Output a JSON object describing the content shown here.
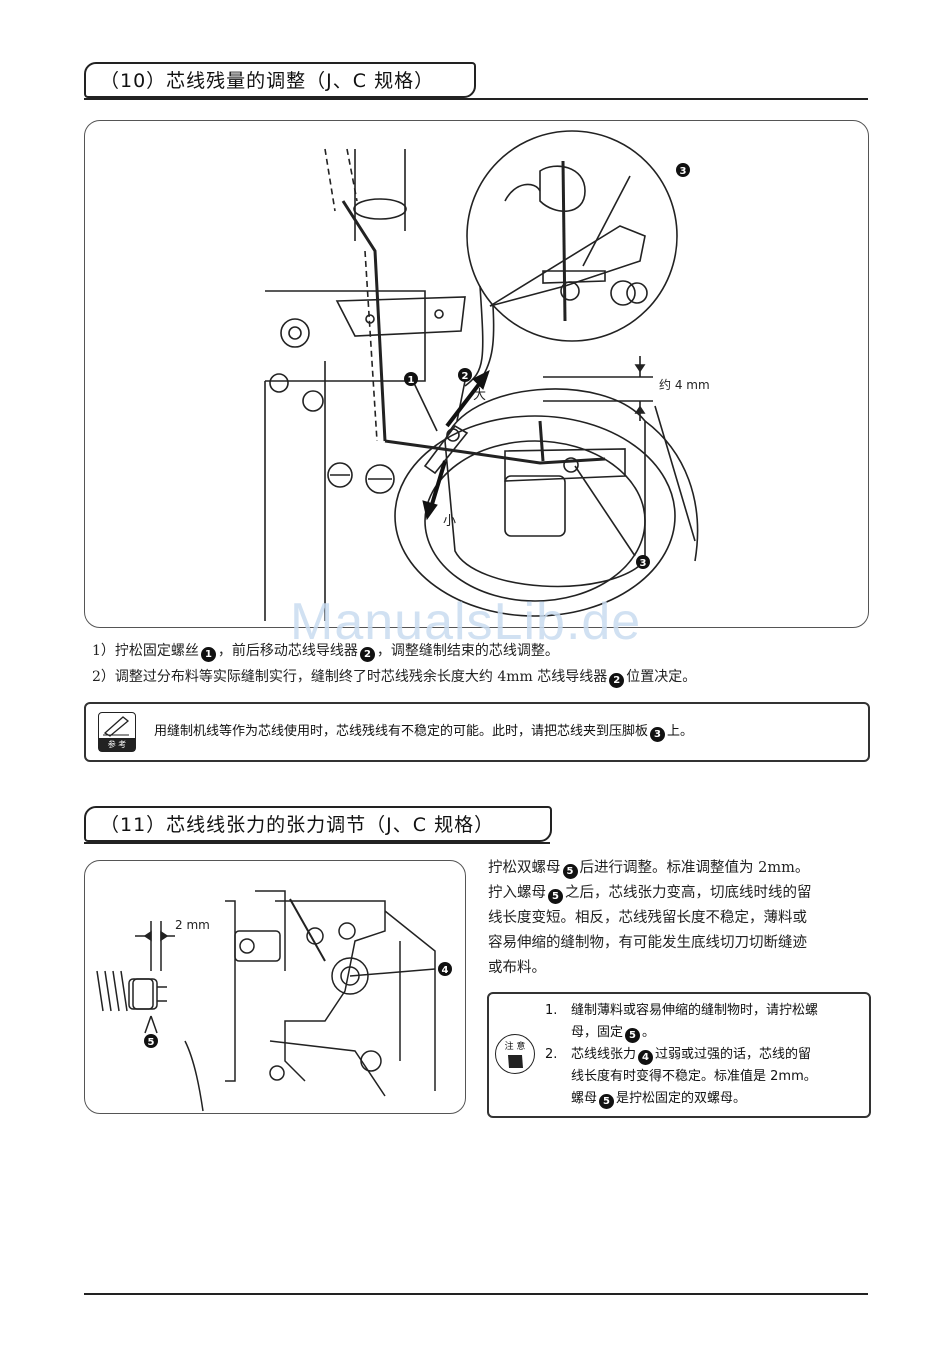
{
  "section10": {
    "title": "（10）芯线残量的调整（J、C 规格）",
    "figure": {
      "callout_1": "1",
      "callout_2": "2",
      "callout_3": "3",
      "label_large": "大",
      "label_small": "小",
      "label_approx": "约 4 mm"
    },
    "step1_prefix": "1）拧松固定螺丝",
    "step1_num_a": "1",
    "step1_mid": "，前后移动芯线导线器",
    "step1_num_b": "2",
    "step1_suffix": "，调整缝制结束的芯线调整。",
    "step2_prefix": "2）调整过分布料等实际缝制实行，缝制终了时芯线残余长度大约 4mm 芯线导线器",
    "step2_num": "2",
    "step2_suffix": "位置决定。",
    "note_icon_label": "参 考",
    "note_prefix": "用缝制机线等作为芯线使用时，芯线残线有不稳定的可能。此时，请把芯线夹到压脚板",
    "note_num": "3",
    "note_suffix": "上。"
  },
  "watermark": "ManualsLib.de",
  "section11": {
    "title": "（11）芯线线张力的张力调节（J、C 规格）",
    "figure": {
      "label_2mm": "2 mm",
      "callout_4": "4",
      "callout_5": "5"
    },
    "para_line1_prefix": "拧松双螺母",
    "para_line1_num": "5",
    "para_line1_suffix": "后进行调整。标准调整值为 2mm。",
    "para_line2_prefix": "拧入螺母",
    "para_line2_num": "5",
    "para_line2_suffix": "之后，芯线张力变高，切底线时线的留",
    "para_line3": "线长度变短。相反，芯线残留长度不稳定，薄料或",
    "para_line4": "容易伸缩的缝制物，有可能发生底线切刀切断缝迹",
    "para_line5": "或布料。",
    "caution_icon_label": "注 意",
    "caution1_index": "1.",
    "caution1_line1": "缝制薄料或容易伸缩的缝制物时，请拧松螺",
    "caution1_line2_prefix": "母，固定",
    "caution1_line2_num": "5",
    "caution1_line2_suffix": "。",
    "caution2_index": "2.",
    "caution2_line1_prefix": "芯线线张力",
    "caution2_line1_num": "4",
    "caution2_line1_suffix": "过弱或过强的话，芯线的留",
    "caution2_line2": "线长度有时变得不稳定。标准值是 2mm。",
    "caution2_line3_prefix": "螺母",
    "caution2_line3_num": "5",
    "caution2_line3_suffix": "是拧松固定的双螺母。"
  }
}
